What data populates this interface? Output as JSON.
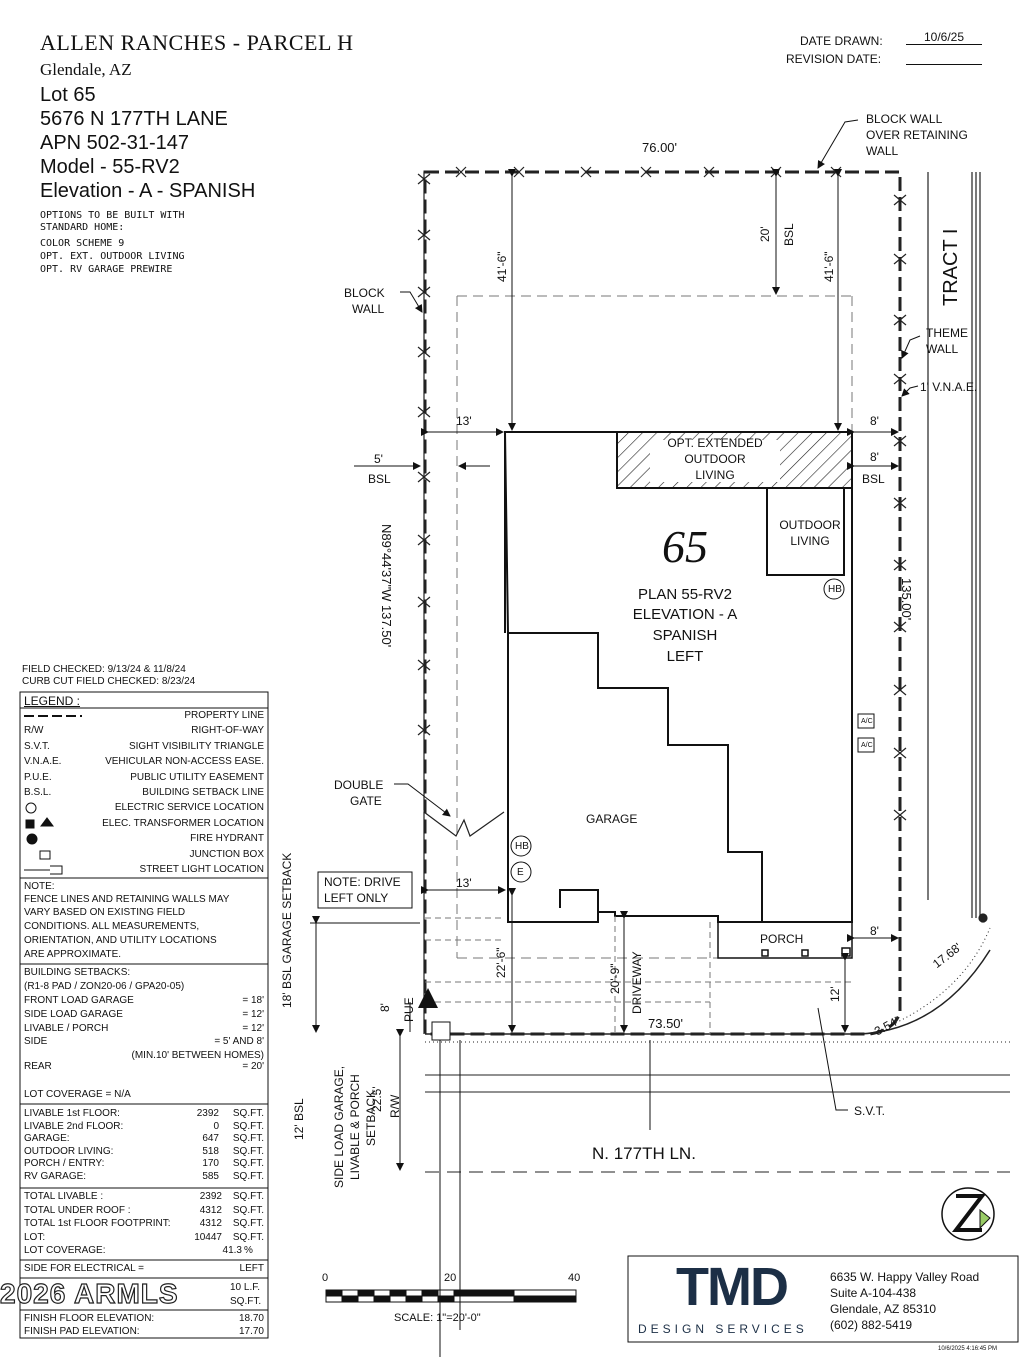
{
  "header": {
    "project": "ALLEN RANCHES - PARCEL H",
    "city": "Glendale, AZ",
    "lot": "Lot 65",
    "address": "5676 N 177TH LANE",
    "apn": "APN 502-31-147",
    "model": "Model - 55-RV2",
    "elevation": "Elevation - A - SPANISH",
    "options_title": "OPTIONS TO BE BUILT WITH",
    "options_sub": "STANDARD HOME:",
    "options": [
      "COLOR SCHEME 9",
      "OPT. EXT. OUTDOOR LIVING",
      "OPT. RV GARAGE PREWIRE"
    ]
  },
  "dates": {
    "drawn_label": "DATE DRAWN:",
    "drawn_value": "10/6/25",
    "revision_label": "REVISION DATE:",
    "revision_value": ""
  },
  "field_checked": "FIELD CHECKED: 9/13/24 & 11/8/24",
  "curb_checked": "CURB CUT FIELD CHECKED: 8/23/24",
  "legend": {
    "title": "LEGEND :",
    "items": [
      {
        "code": "",
        "desc": "PROPERTY LINE"
      },
      {
        "code": "R/W",
        "desc": "RIGHT-OF-WAY"
      },
      {
        "code": "S.V.T.",
        "desc": "SIGHT VISIBILITY TRIANGLE"
      },
      {
        "code": "V.N.A.E.",
        "desc": "VEHICULAR NON-ACCESS EASE."
      },
      {
        "code": "P.U.E.",
        "desc": "PUBLIC UTILITY EASEMENT"
      },
      {
        "code": "B.S.L.",
        "desc": "BUILDING SETBACK LINE"
      },
      {
        "code": "",
        "desc": "ELECTRIC SERVICE LOCATION"
      },
      {
        "code": "",
        "desc": "ELEC. TRANSFORMER LOCATION"
      },
      {
        "code": "",
        "desc": "FIRE HYDRANT"
      },
      {
        "code": "",
        "desc": "JUNCTION BOX"
      },
      {
        "code": "",
        "desc": "STREET LIGHT LOCATION"
      }
    ]
  },
  "note": {
    "title": "NOTE:",
    "lines": [
      "FENCE LINES AND RETAINING WALLS MAY",
      "VARY BASED ON EXISTING FIELD",
      "CONDITIONS.  ALL MEASUREMENTS,",
      "ORIENTATION, AND UTILITY LOCATIONS",
      "ARE APPROXIMATE."
    ]
  },
  "setbacks": {
    "title": "BUILDING SETBACKS:",
    "sub": "(R1-8 PAD / ZON20-06 / GPA20-05)",
    "rows": [
      {
        "label": "FRONT LOAD GARAGE",
        "value": "= 18'"
      },
      {
        "label": "SIDE LOAD GARAGE",
        "value": "= 12'"
      },
      {
        "label": "LIVABLE / PORCH",
        "value": "= 12'"
      },
      {
        "label": "SIDE",
        "value": "= 5' AND 8'"
      }
    ],
    "side_note": "(MIN.10' BETWEEN HOMES)",
    "rear_label": "REAR",
    "rear_value": "= 20'",
    "coverage": "LOT COVERAGE = N/A"
  },
  "areas": [
    {
      "label": "LIVABLE 1st FLOOR:",
      "value": "2392",
      "unit": "SQ.FT."
    },
    {
      "label": "LIVABLE 2nd FLOOR:",
      "value": "0",
      "unit": "SQ.FT."
    },
    {
      "label": "GARAGE:",
      "value": "647",
      "unit": "SQ.FT."
    },
    {
      "label": "OUTDOOR LIVING:",
      "value": "518",
      "unit": "SQ.FT."
    },
    {
      "label": "PORCH / ENTRY:",
      "value": "170",
      "unit": "SQ.FT."
    },
    {
      "label": "RV GARAGE:",
      "value": "585",
      "unit": "SQ.FT."
    }
  ],
  "totals": [
    {
      "label": "TOTAL LIVABLE :",
      "value": "2392",
      "unit": "SQ.FT."
    },
    {
      "label": "TOTAL UNDER ROOF :",
      "value": "4312",
      "unit": "SQ.FT."
    },
    {
      "label": "TOTAL 1st FLOOR FOOTPRINT:",
      "value": "4312",
      "unit": "SQ.FT."
    },
    {
      "label": "LOT:",
      "value": "10447",
      "unit": "SQ.FT."
    },
    {
      "label": "LOT COVERAGE:",
      "value": "41.3",
      "unit": "%"
    }
  ],
  "electrical": {
    "label": "SIDE FOR ELECTRICAL =",
    "value": "LEFT"
  },
  "watermark": "2026 ARMLS",
  "hidden_rows": [
    {
      "label": "",
      "value": "10 L.F."
    },
    {
      "label": "",
      "value": "SQ.FT."
    }
  ],
  "elevations": [
    {
      "label": "FINISH FLOOR ELEVATION:",
      "value": "18.70"
    },
    {
      "label": "FINISH PAD ELEVATION:",
      "value": "17.70"
    }
  ],
  "scale": {
    "ticks": [
      "0",
      "20",
      "40"
    ],
    "label": "SCALE:  1\"=20'-0\""
  },
  "company": {
    "logo": "TMD",
    "tagline": "DESIGN SERVICES",
    "address": [
      "6635 W. Happy Valley Road",
      "Suite A-104-438",
      "Glendale, AZ 85310",
      "(602) 882-5419"
    ]
  },
  "stamp": "10/6/2025 4:16:45 PM",
  "plan": {
    "lot_number": "65",
    "plan_lines": [
      "PLAN 55-RV2",
      "ELEVATION - A",
      "SPANISH",
      "LEFT"
    ],
    "garage": "GARAGE",
    "porch": "PORCH",
    "outdoor_living": [
      "OUTDOOR",
      "LIVING"
    ],
    "opt_outdoor": [
      "OPT. EXTENDED",
      "OUTDOOR",
      "LIVING"
    ],
    "driveway": "DRIVEWAY",
    "street": "N. 177TH LN.",
    "tract": "TRACT I",
    "block_wall_top": [
      "BLOCK WALL",
      "OVER RETAINING",
      "WALL"
    ],
    "block_wall_left": [
      "BLOCK",
      "WALL"
    ],
    "theme_wall": [
      "THEME",
      "WALL"
    ],
    "vnae": "1' V.N.A.E.",
    "double_gate": [
      "DOUBLE",
      "GATE"
    ],
    "note_drive": [
      "NOTE: DRIVE",
      "LEFT ONLY"
    ],
    "svt": "S.V.T.",
    "pue": "PUE",
    "hb": "HB",
    "e": "E",
    "ac": "A/C",
    "bsl": "BSL",
    "dims": {
      "top": "76.00'",
      "bottom": "73.50'",
      "right": "135.00'",
      "left_bearing": "N89°44'37\"W 137.50'",
      "rear_left": "41'-6\"",
      "rear_right": "41'-6\"",
      "rear_bsl": "20'",
      "side_left": "13'",
      "side_left_lower": "13'",
      "side_bsl_left": "5'",
      "side_right_top": "8'",
      "side_right_mid": "8'",
      "side_right_low": "8'",
      "front_left": "22'-6\"",
      "driveway": "20'-9\"",
      "front_small": "8'",
      "front_right": "12'",
      "corner_a": "3.54'",
      "corner_b": "17.68'",
      "rw": "22.5'",
      "rw_label": "R/W",
      "garage_setback": "18' BSL GARAGE SETBACK",
      "side_load": "12' BSL",
      "side_load_label": [
        "SIDE LOAD GARAGE,",
        "LIVABLE & PORCH",
        "SETBACK"
      ]
    }
  }
}
